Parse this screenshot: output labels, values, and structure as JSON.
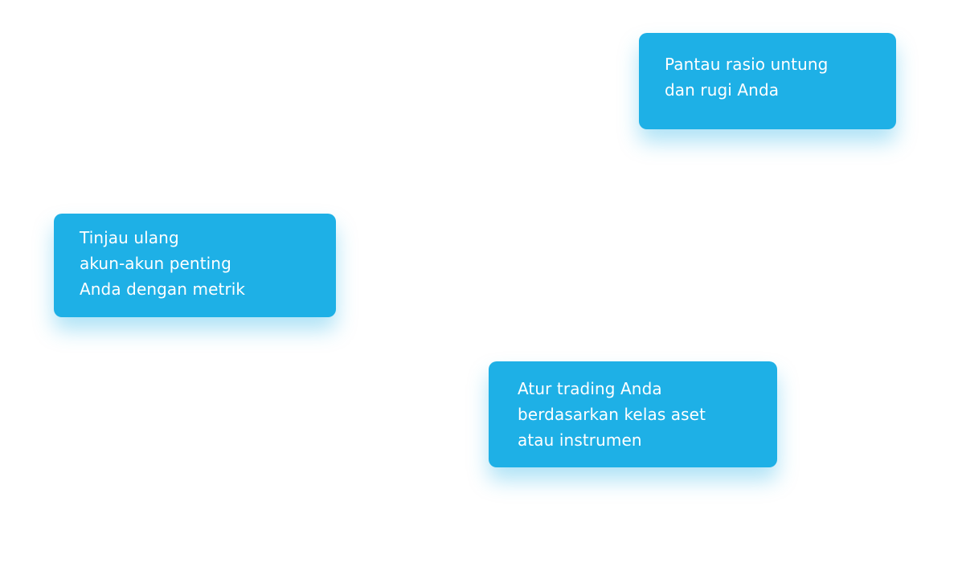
{
  "theme": {
    "card_background": "#1eb0e6",
    "card_text": "#ffffff",
    "page_background": "#ffffff"
  },
  "cards": [
    {
      "id": "profit-loss",
      "lines": [
        "Pantau rasio untung",
        "dan rugi Anda"
      ]
    },
    {
      "id": "key-accounts",
      "lines": [
        "Tinjau ulang",
        "akun-akun penting",
        "Anda dengan metrik"
      ]
    },
    {
      "id": "asset-class",
      "lines": [
        "Atur trading Anda",
        "berdasarkan kelas aset",
        "atau instrumen"
      ]
    }
  ]
}
